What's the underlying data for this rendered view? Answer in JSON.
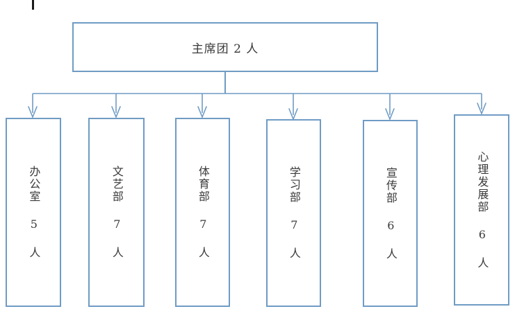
{
  "diagram": {
    "title_text": "主席团 2 人",
    "accent_color": "#6f9bc4",
    "text_color": "#3a3a3a",
    "background_color": "#ffffff",
    "root": {
      "name": "主席团",
      "count": "2 人",
      "label": "主席团 2 人"
    },
    "departments": [
      {
        "name": "办公室",
        "count": "5 人",
        "label": "办公室 5 人"
      },
      {
        "name": "文艺部",
        "count": "7 人",
        "label": "文艺部 7 人"
      },
      {
        "name": "体育部",
        "count": "7 人",
        "label": "体育部 7 人"
      },
      {
        "name": "学习部",
        "count": "7 人",
        "label": "学习部 7 人"
      },
      {
        "name": "宣传部",
        "count": "6 人",
        "label": "宣传部 6 人"
      },
      {
        "name": "心理发展部",
        "count": "6 人",
        "label": "心理发展部 6 人"
      }
    ]
  }
}
